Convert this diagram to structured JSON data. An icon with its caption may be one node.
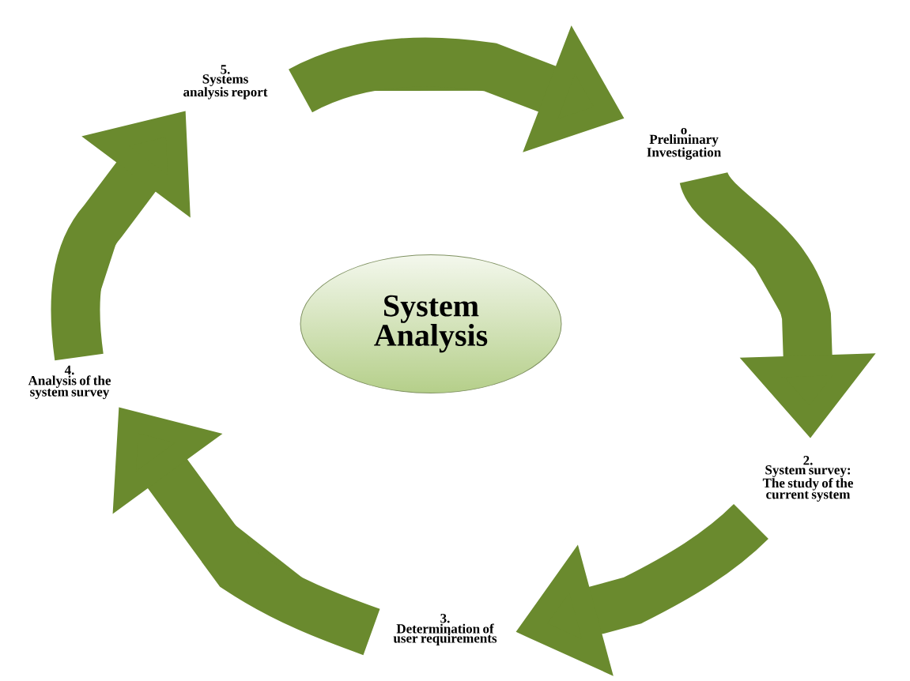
{
  "diagram": {
    "nodes": [
      {
        "text": [
          "System Analysis"
        ]
      },
      {
        "text": [
          "o",
          "Preliminary Investigation"
        ]
      },
      {
        "text": [
          "2.",
          "System survey: The study of the current system"
        ]
      },
      {
        "text": [
          "3.",
          "Determination of user requirements"
        ]
      },
      {
        "text": [
          "4.",
          "Analysis of the system survey"
        ]
      },
      {
        "text": [
          "5.",
          "Systems analysis report"
        ]
      }
    ],
    "edges": [
      {
        "from": 5,
        "to": 1,
        "arrow": "to"
      },
      {
        "from": 1,
        "to": 2,
        "arrow": "to"
      },
      {
        "from": 2,
        "to": 3,
        "arrow": "to"
      },
      {
        "from": 3,
        "to": 4,
        "arrow": "to"
      },
      {
        "from": 4,
        "to": 5,
        "arrow": "to"
      }
    ]
  }
}
